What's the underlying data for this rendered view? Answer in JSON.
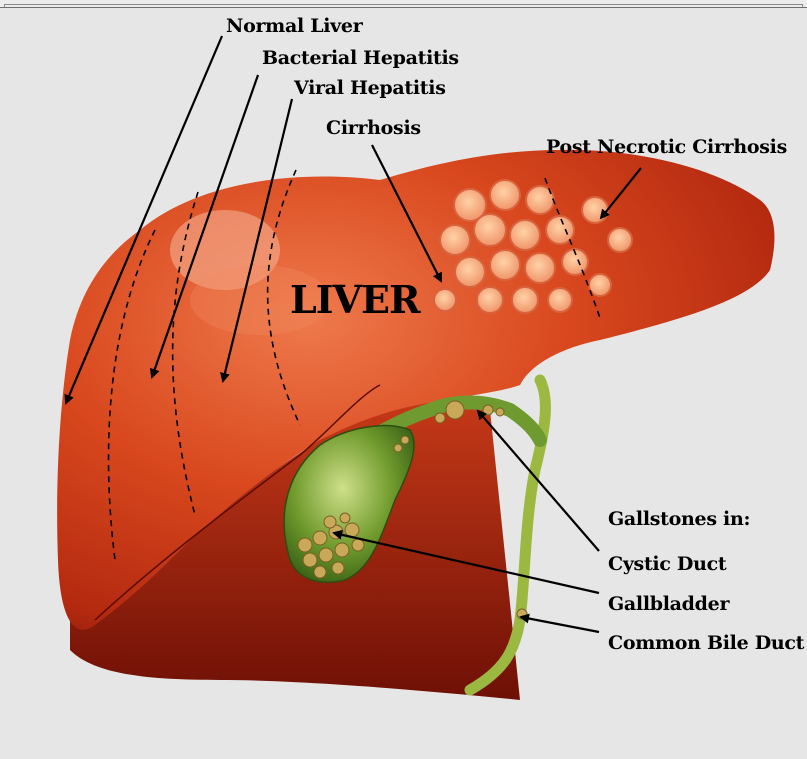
{
  "diagram": {
    "center_label": "LIVER",
    "labels": {
      "normal_liver": "Normal Liver",
      "bacterial_hepatitis": "Bacterial Hepatitis",
      "viral_hepatitis": "Viral Hepatitis",
      "cirrhosis": "Cirrhosis",
      "post_necrotic_cirrhosis": "Post Necrotic Cirrhosis",
      "gallstones_in": "Gallstones in:",
      "cystic_duct": "Cystic Duct",
      "gallbladder": "Gallbladder",
      "common_bile_duct": "Common Bile Duct"
    },
    "colors": {
      "background": "#e6e6e6",
      "liver_red": "#c8341a",
      "liver_dark": "#7a1208",
      "gallbladder_green": "#4f7f22",
      "bile_duct_green": "#8fae3a",
      "gallstones": "#c9a85a",
      "arrows": "#000000"
    }
  }
}
